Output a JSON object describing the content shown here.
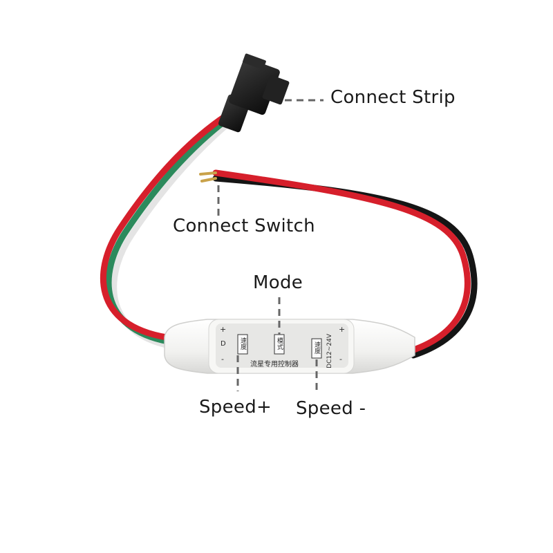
{
  "labels": {
    "connect_strip": "Connect Strip",
    "connect_switch": "Connect Switch",
    "mode": "Mode",
    "speed_plus": "Speed+",
    "speed_minus": "Speed -"
  },
  "controller_print": {
    "left_button": "速度",
    "middle_button": "模式",
    "right_button": "速度",
    "product_name": "流星专用控制器",
    "voltage": "DC12~24V",
    "pin_plus_left": "+",
    "pin_d": "D",
    "pin_minus_left": "-",
    "pin_plus_right": "+",
    "pin_minus_right": "-"
  },
  "colors": {
    "red_wire": "#d61f2b",
    "green_wire": "#2c8a5c",
    "white_wire": "#eeeeee",
    "black_wire": "#151515",
    "connector": "#1b1b1b",
    "controller_body": "#f4f4f2",
    "panel": "#e6e6e6",
    "dash": "#666666"
  },
  "icons": [
    "jst-connector-icon",
    "controller-icon"
  ]
}
